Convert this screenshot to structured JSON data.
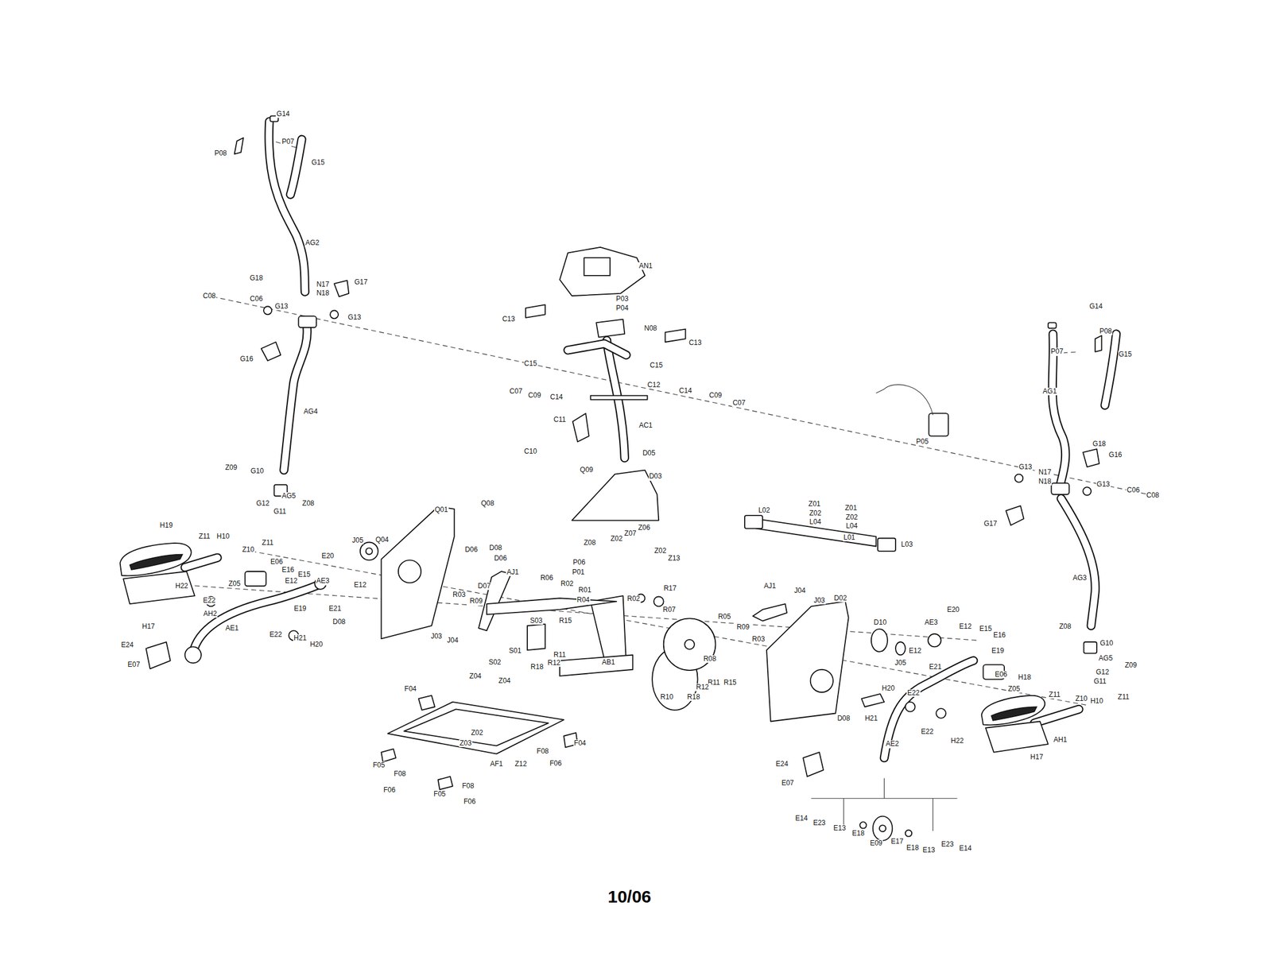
{
  "diagram": {
    "caption": "10/06",
    "labels": [
      "G14",
      "P08",
      "P07",
      "G15",
      "AG2",
      "G18",
      "N17",
      "N18",
      "G17",
      "C08",
      "C06",
      "G13",
      "G13",
      "G16",
      "AG4",
      "Z09",
      "G10",
      "AG5",
      "Z08",
      "G12",
      "G11",
      "H19",
      "Z11",
      "H10",
      "Z11",
      "Z10",
      "E06",
      "Z05",
      "J05",
      "E20",
      "E16",
      "E15",
      "E12",
      "AE3",
      "E12",
      "H22",
      "E22",
      "E19",
      "E21",
      "AH2",
      "H17",
      "AE1",
      "E22",
      "H21",
      "H20",
      "D08",
      "E24",
      "E07",
      "AN1",
      "P03",
      "P04",
      "N08",
      "C13",
      "C13",
      "C15",
      "C15",
      "C07",
      "C09",
      "C14",
      "C12",
      "C14",
      "C09",
      "C07",
      "C11",
      "AC1",
      "C10",
      "D05",
      "Q09",
      "D03",
      "P05",
      "Q01",
      "Q08",
      "Q04",
      "D06",
      "D08",
      "D06",
      "D07",
      "R03",
      "R09",
      "AJ1",
      "R06",
      "R02",
      "R01",
      "R04",
      "J03",
      "J04",
      "S03",
      "R15",
      "S01",
      "S02",
      "R11",
      "R12",
      "R18",
      "AB1",
      "Z04",
      "Z04",
      "F04",
      "F04",
      "Z02",
      "Z03",
      "F05",
      "F08",
      "F06",
      "F08",
      "F06",
      "AF1",
      "Z12",
      "F05",
      "F08",
      "F06",
      "G14",
      "P08",
      "P07",
      "G15",
      "AG1",
      "G18",
      "G16",
      "N17",
      "N18",
      "G13",
      "G13",
      "C06",
      "C08",
      "G17",
      "AG3",
      "Z08",
      "G10",
      "AG5",
      "Z09",
      "G12",
      "G11",
      "H18",
      "Z11",
      "Z10",
      "H10",
      "Z11",
      "AH1",
      "H17",
      "L02",
      "Z01",
      "Z02",
      "L04",
      "Z01",
      "Z02",
      "L04",
      "L01",
      "L03",
      "Z08",
      "Z02",
      "Z07",
      "Z06",
      "Z02",
      "Z13",
      "P06",
      "P01",
      "R17",
      "R07",
      "R02",
      "R05",
      "R09",
      "R03",
      "R08",
      "R11",
      "R15",
      "R12",
      "R18",
      "R10",
      "AJ1",
      "J04",
      "J03",
      "D02",
      "D10",
      "J05",
      "D08",
      "E20",
      "AE3",
      "E12",
      "E15",
      "E16",
      "E12",
      "E21",
      "E19",
      "E06",
      "Z05",
      "H20",
      "H21",
      "E22",
      "E22",
      "H22",
      "AE2",
      "E24",
      "E07",
      "E14",
      "E23",
      "E13",
      "E18",
      "E09",
      "E17",
      "E18",
      "E13",
      "E23",
      "E14"
    ]
  }
}
